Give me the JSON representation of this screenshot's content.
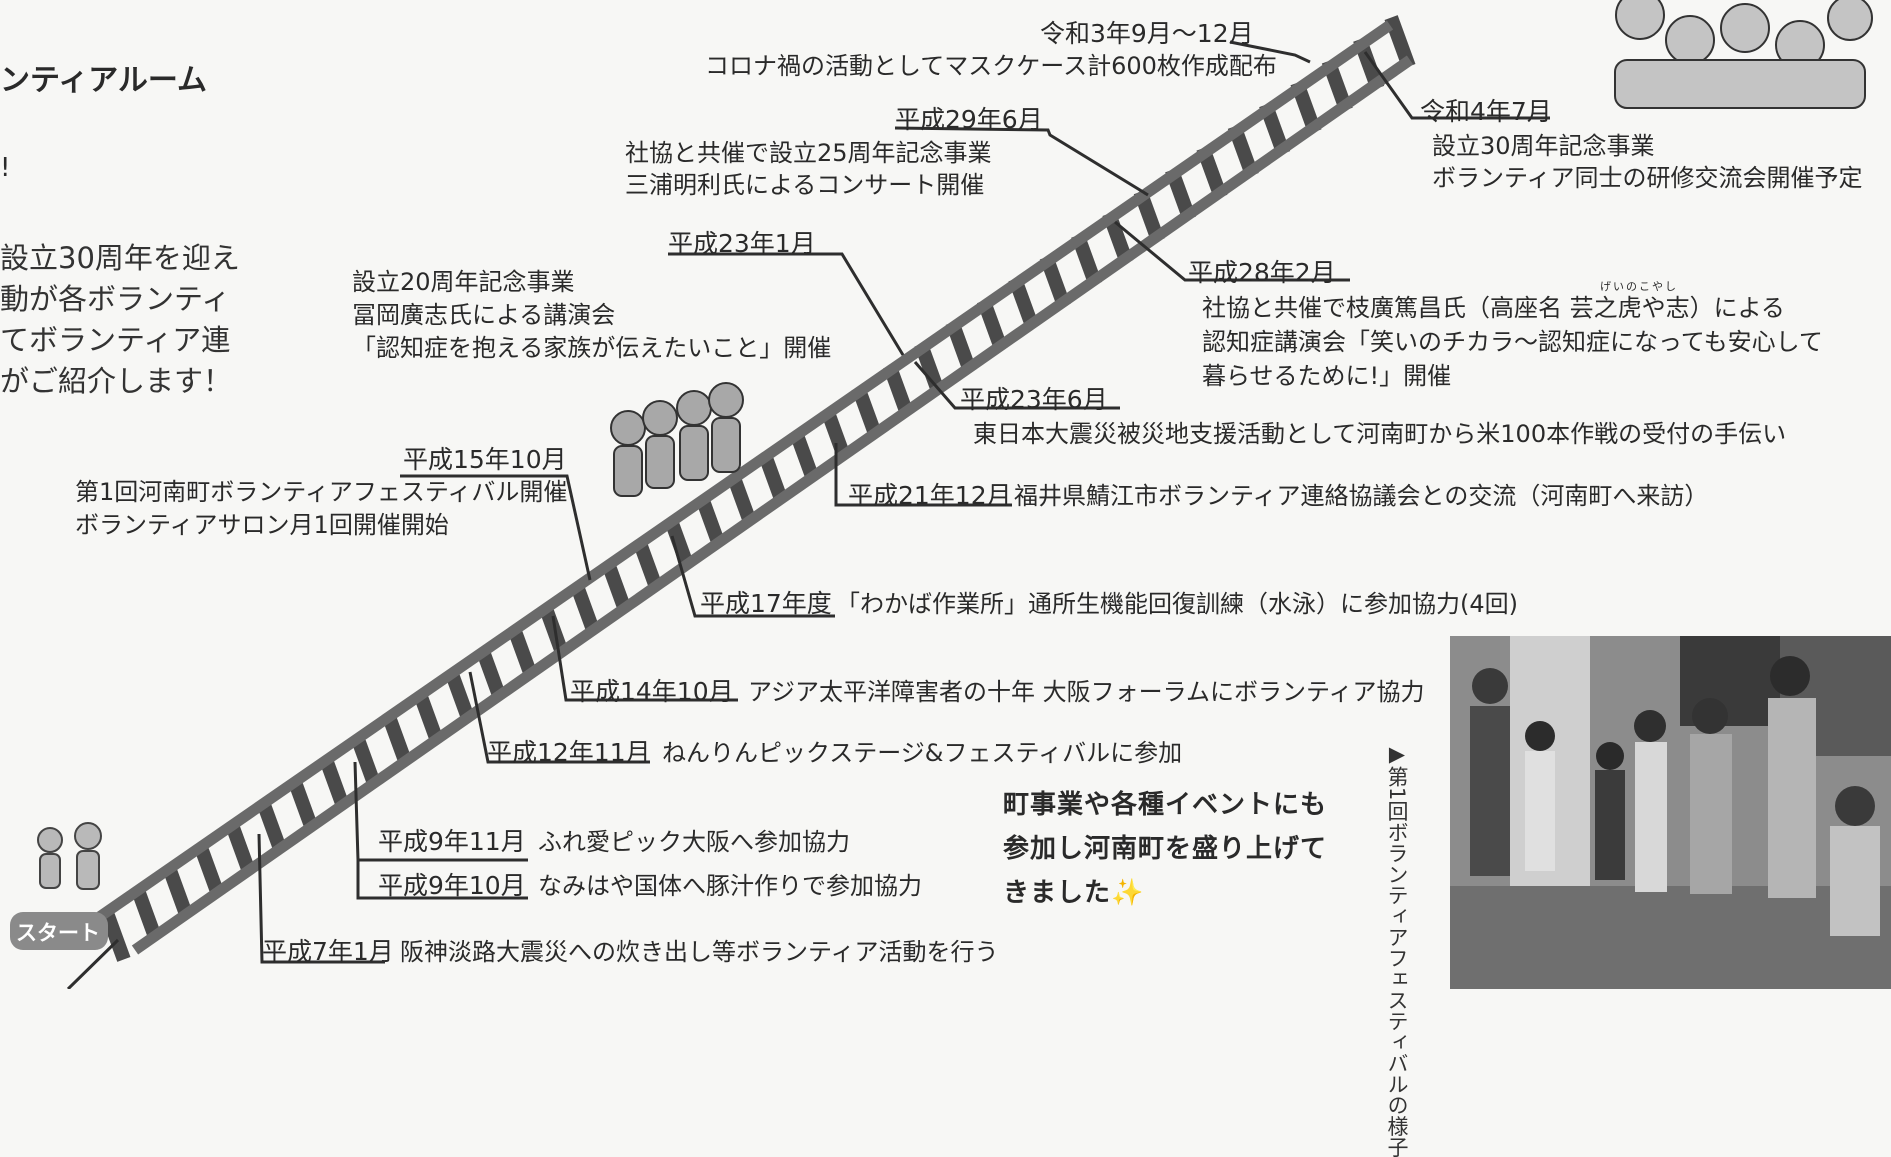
{
  "header": {
    "section_title": "ンティアルーム",
    "exclaim": "!",
    "intro_lines": [
      "設立30周年を迎え",
      "動が各ボランティ",
      "てボランティア連",
      "がご紹介します！"
    ]
  },
  "start_badge": "スタート",
  "events": [
    {
      "date": "令和3年9月〜12月",
      "lines": [
        "コロナ禍の活動としてマスクケース計600枚作成配布"
      ]
    },
    {
      "date": "令和4年7月",
      "lines": [
        "設立30周年記念事業",
        "ボランティア同士の研修交流会開催予定"
      ]
    },
    {
      "date": "平成29年6月",
      "lines": [
        "社協と共催で設立25周年記念事業",
        "三浦明利氏によるコンサート開催"
      ]
    },
    {
      "date": "平成28年2月",
      "lines": [
        "社協と共催で枝廣篤昌氏（高座名 芸之虎や志）による",
        "認知症講演会「笑いのチカラ〜認知症になっても安心して",
        "暮らせるために!」開催"
      ],
      "ruby": "げいのこやし"
    },
    {
      "date": "平成23年1月",
      "lines": [
        "設立20周年記念事業",
        "冨岡廣志氏による講演会",
        "「認知症を抱える家族が伝えたいこと」開催"
      ]
    },
    {
      "date": "平成23年6月",
      "lines": [
        "東日本大震災被災地支援活動として河南町から米100本作戦の受付の手伝い"
      ]
    },
    {
      "date": "平成21年12月",
      "lines": [
        "福井県鯖江市ボランティア連絡協議会との交流（河南町へ来訪）"
      ]
    },
    {
      "date": "平成15年10月",
      "lines": [
        "第1回河南町ボランティアフェスティバル開催",
        "ボランティアサロン月1回開催開始"
      ]
    },
    {
      "date": "平成17年度",
      "lines": [
        "「わかば作業所」通所生機能回復訓練（水泳）に参加協力(4回)"
      ]
    },
    {
      "date": "平成14年10月",
      "lines": [
        "アジア太平洋障害者の十年 大阪フォーラムにボランティア協力"
      ]
    },
    {
      "date": "平成12年11月",
      "lines": [
        "ねんりんピックステージ&フェスティバルに参加"
      ]
    },
    {
      "date": "平成9年11月",
      "lines": [
        "ふれ愛ピック大阪へ参加協力"
      ]
    },
    {
      "date": "平成9年10月",
      "lines": [
        "なみはや国体へ豚汁作りで参加協力"
      ]
    },
    {
      "date": "平成7年1月",
      "lines": [
        "阪神淡路大震災への炊き出し等ボランティア活動を行う"
      ]
    }
  ],
  "callout": {
    "lines": [
      "町事業や各種イベントにも",
      "参加し河南町を盛り上げて",
      "きました"
    ],
    "sparkle": "✨"
  },
  "photo_caption": "▶第1回ボランティアフェスティバルの様子"
}
